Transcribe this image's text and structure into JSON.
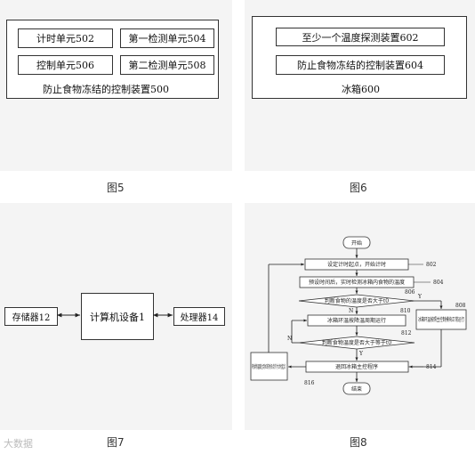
{
  "fig5": {
    "caption": "图5",
    "units": [
      "计时单元502",
      "第一检测单元504",
      "控制单元506",
      "第二检测单元508"
    ],
    "device_label": "防止食物冻结的控制装置500"
  },
  "fig6": {
    "caption": "图6",
    "box1": "至少一个温度探测装置602",
    "box2": "防止食物冻结的控制装置604",
    "fridge_label": "冰箱600"
  },
  "fig7": {
    "caption": "图7",
    "left": "存储器12",
    "center": "计算机设备1",
    "right": "处理器14"
  },
  "fig8": {
    "caption": "图8",
    "start": "开始",
    "step802": "设定计时起点，开始计时",
    "step804": "预设时间后，实时检测冰箱内食物的温度",
    "decision806": "判断食物的温度是否大于t0",
    "step810": "冰箱环温按降温周期运行",
    "step808": "冰箱环温按照主控制模块正常运行",
    "decision812": "判断食物温度是否大于等于t0",
    "step814": "退回冰箱主控程序",
    "step816": "将食物温度达到t0的时间点作为计时起点",
    "end": "结束",
    "yes": "Y",
    "no": "N",
    "labels": {
      "n802": "802",
      "n804": "804",
      "n806": "806",
      "n808": "808",
      "n810": "810",
      "n812": "812",
      "n814": "814",
      "n816": "816"
    }
  },
  "watermark": "大数据"
}
